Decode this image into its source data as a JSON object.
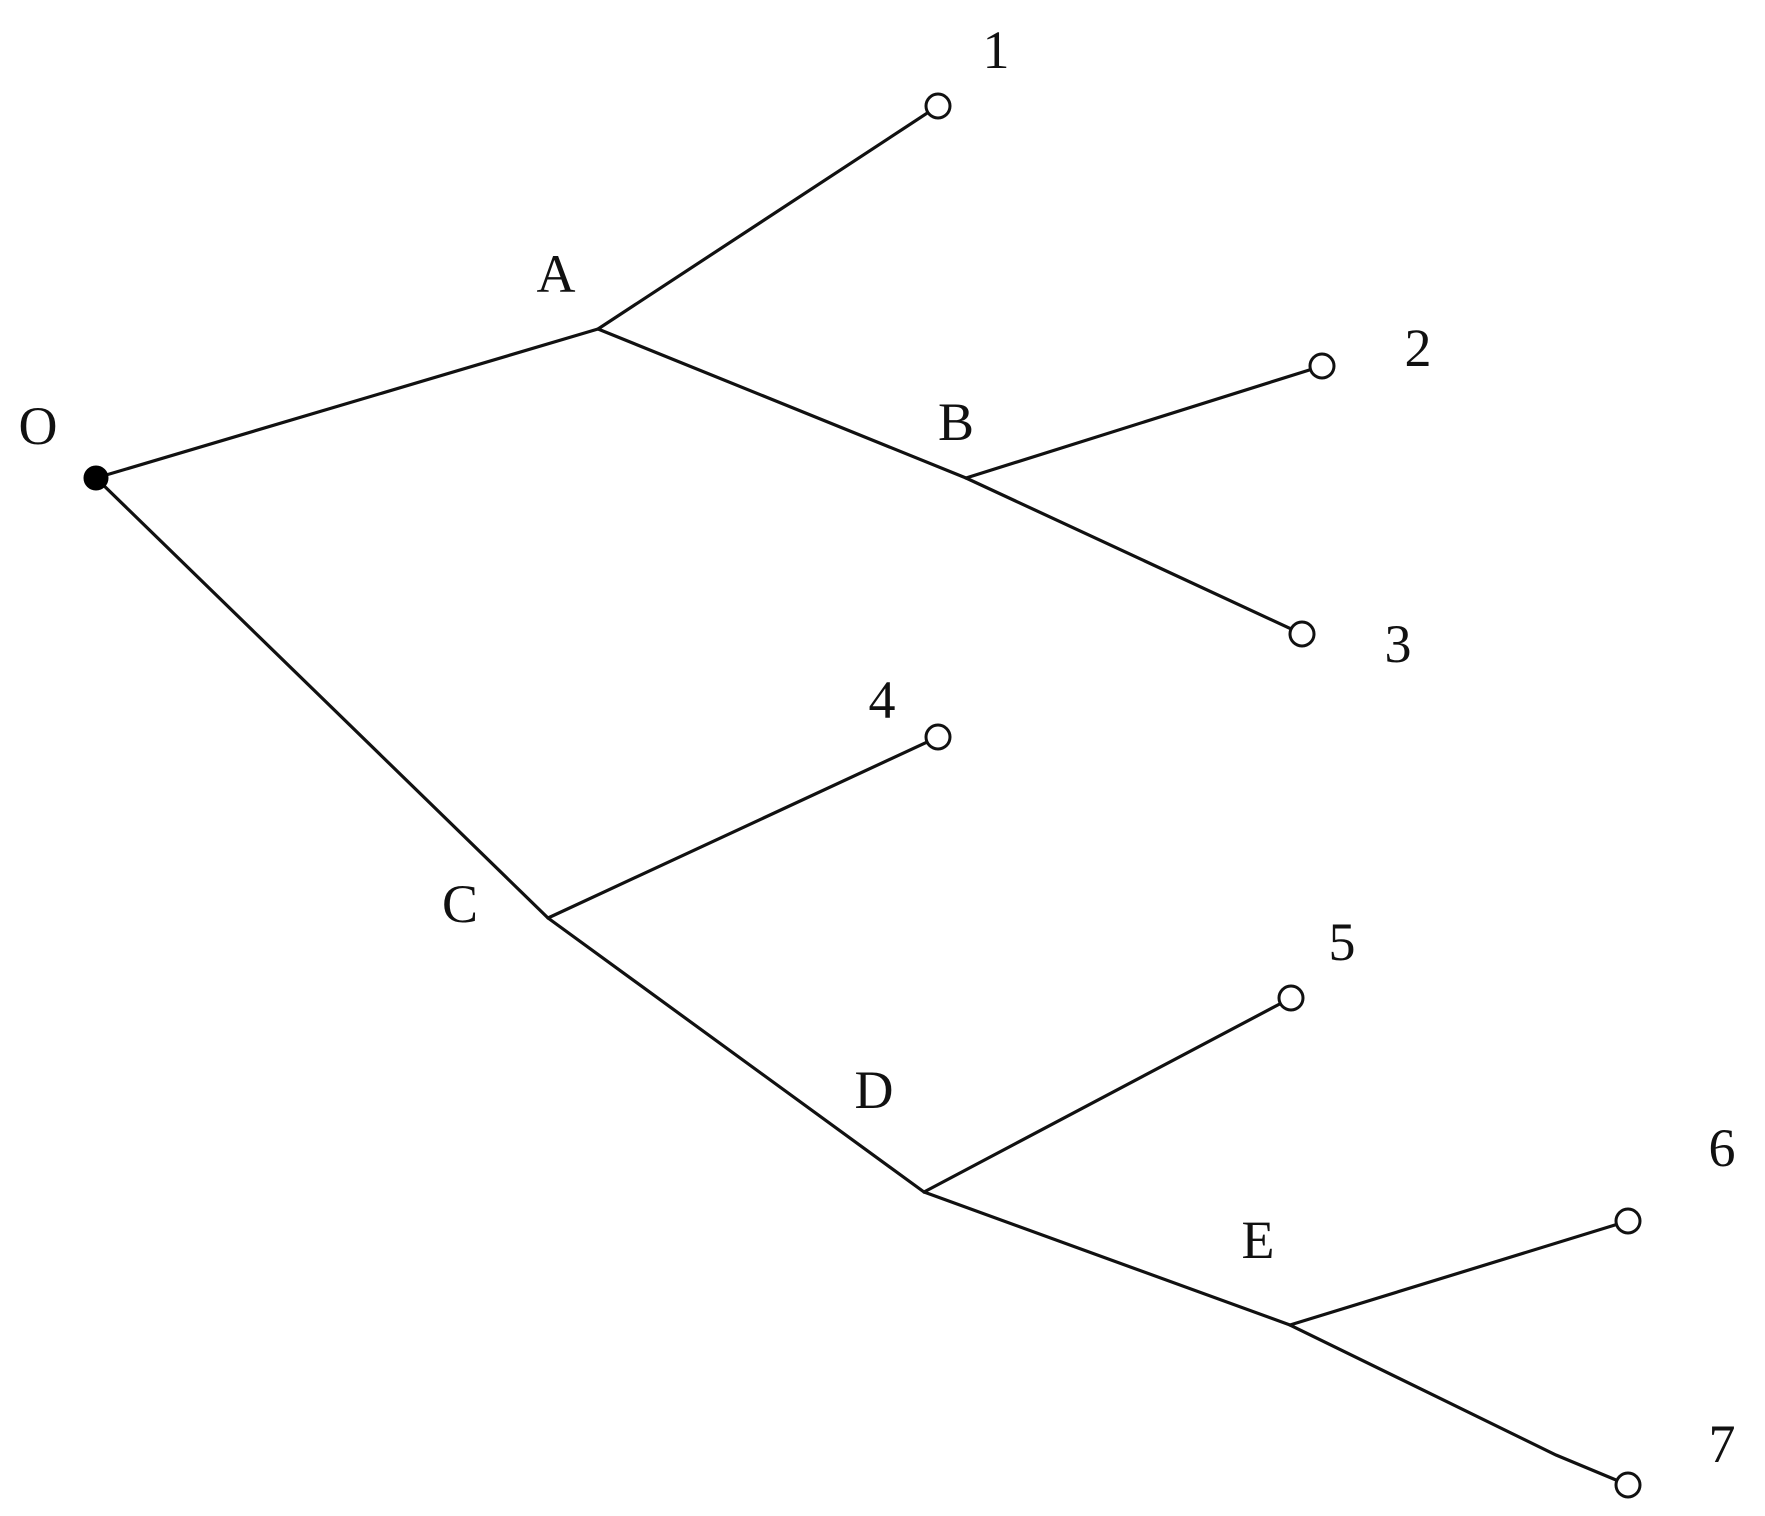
{
  "diagram": {
    "nodes": [
      {
        "id": "O",
        "label": "O",
        "kind": "root"
      },
      {
        "id": "A",
        "label": "A",
        "kind": "branch"
      },
      {
        "id": "B",
        "label": "B",
        "kind": "branch"
      },
      {
        "id": "C",
        "label": "C",
        "kind": "branch"
      },
      {
        "id": "D",
        "label": "D",
        "kind": "branch"
      },
      {
        "id": "E",
        "label": "E",
        "kind": "branch"
      },
      {
        "id": "n1",
        "label": "1",
        "kind": "leaf"
      },
      {
        "id": "n2",
        "label": "2",
        "kind": "leaf"
      },
      {
        "id": "n3",
        "label": "3",
        "kind": "leaf"
      },
      {
        "id": "n4",
        "label": "4",
        "kind": "leaf"
      },
      {
        "id": "n5",
        "label": "5",
        "kind": "leaf"
      },
      {
        "id": "n6",
        "label": "6",
        "kind": "leaf"
      },
      {
        "id": "n7",
        "label": "7",
        "kind": "leaf"
      }
    ],
    "edges": [
      {
        "from": "O",
        "to": "A"
      },
      {
        "from": "A",
        "to": "n1"
      },
      {
        "from": "A",
        "to": "B"
      },
      {
        "from": "B",
        "to": "n2"
      },
      {
        "from": "B",
        "to": "n3"
      },
      {
        "from": "O",
        "to": "C"
      },
      {
        "from": "C",
        "to": "n4"
      },
      {
        "from": "C",
        "to": "D"
      },
      {
        "from": "D",
        "to": "n5"
      },
      {
        "from": "D",
        "to": "E"
      },
      {
        "from": "E",
        "to": "n6"
      },
      {
        "from": "E",
        "to": "n7"
      }
    ]
  }
}
